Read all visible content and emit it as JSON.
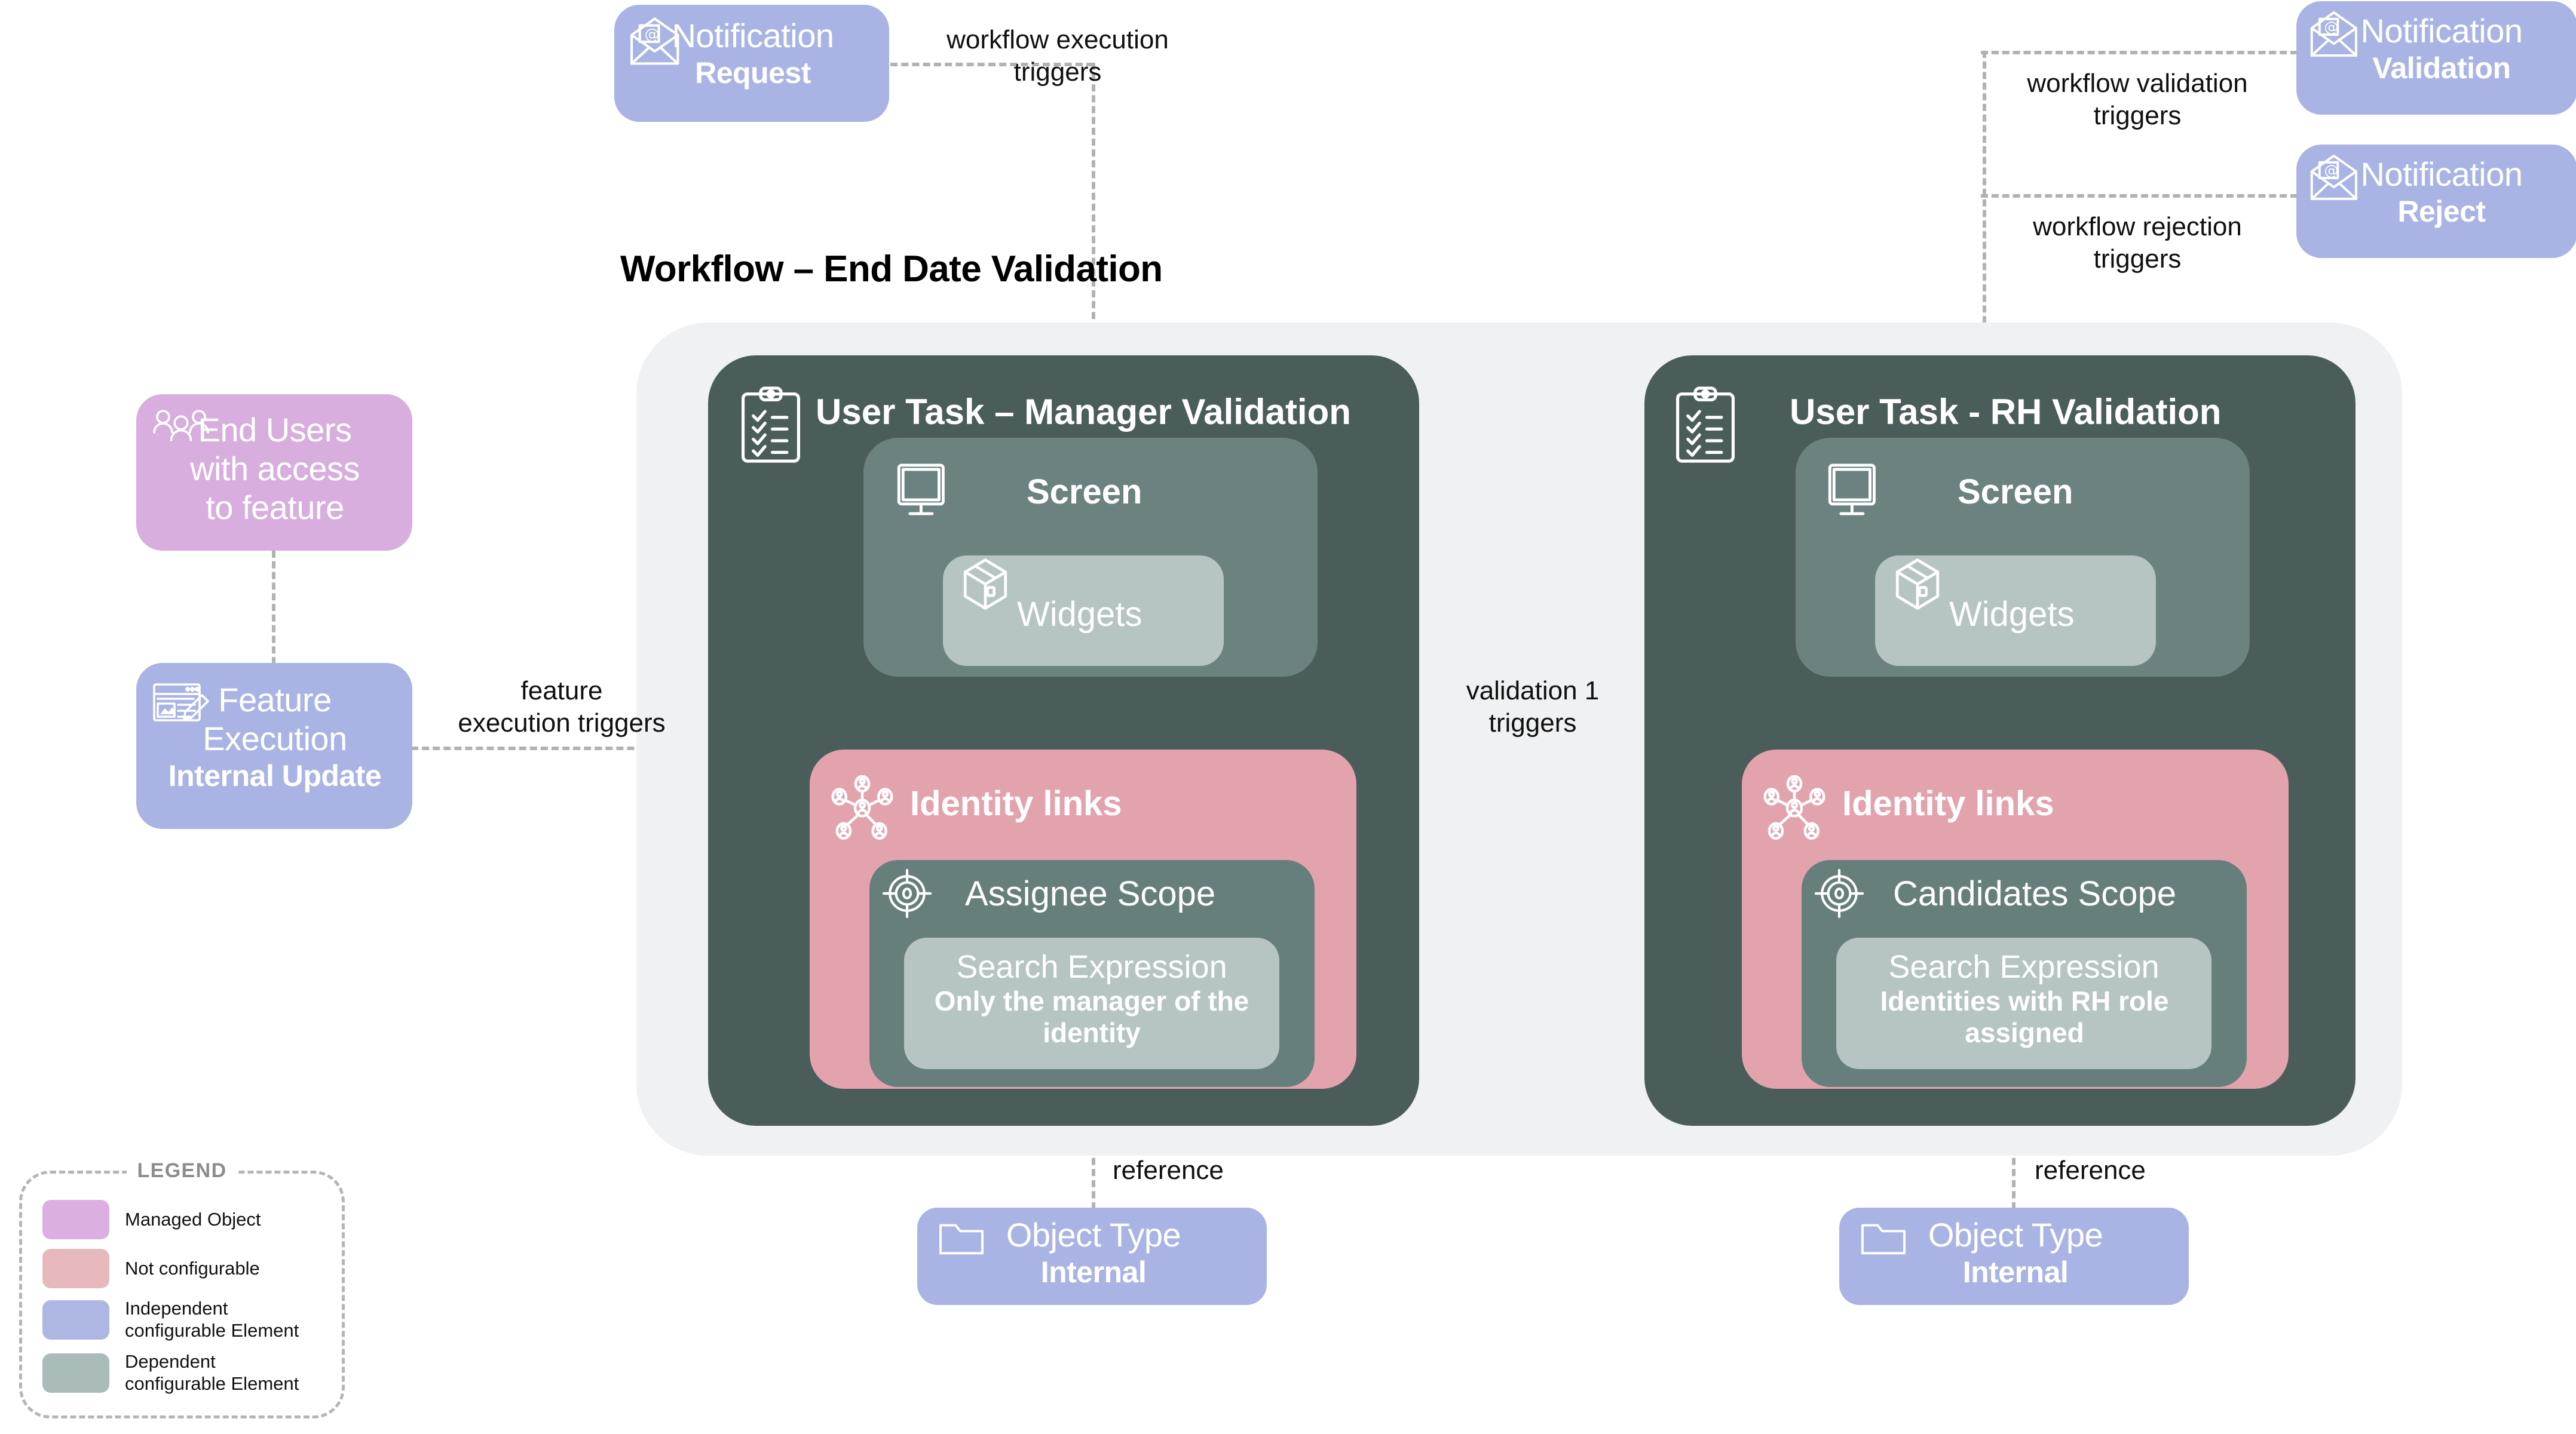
{
  "workflow": {
    "title": "Workflow – End Date Validation"
  },
  "actors": {
    "end_users": {
      "label": "End Users\nwith access\nto feature",
      "line1": "End Users",
      "line2": "with access",
      "line3": "to feature",
      "icon": "users-group-icon",
      "color": "#d7aede"
    },
    "feature_execution": {
      "line1": "Feature",
      "line2": "Execution",
      "bold": "Internal Update",
      "icon": "form-edit-icon",
      "color": "#aab4e4"
    }
  },
  "notifications": [
    {
      "name": "Notification",
      "variant": "Request",
      "icon": "email-envelope-icon",
      "color": "#aab4e4"
    },
    {
      "name": "Notification",
      "variant": "Validation",
      "icon": "email-envelope-icon",
      "color": "#aab4e4"
    },
    {
      "name": "Notification",
      "variant": "Reject",
      "icon": "email-envelope-icon",
      "color": "#aab4e4"
    }
  ],
  "tasks": [
    {
      "heading": "User Task – Manager Validation",
      "icon": "clipboard-checklist-icon",
      "screen": {
        "heading": "Screen",
        "icon": "monitor-icon",
        "widgets": {
          "heading": "Widgets",
          "icon": "cube-box-icon"
        }
      },
      "identity_links": {
        "heading": "Identity links",
        "icon": "identity-network-icon",
        "scope": {
          "heading": "Assignee Scope",
          "icon": "target-crosshair-icon",
          "search_expression": {
            "heading": "Search Expression",
            "value": "Only the manager of the identity"
          }
        }
      }
    },
    {
      "heading": "User Task - RH Validation",
      "icon": "clipboard-checklist-icon",
      "screen": {
        "heading": "Screen",
        "icon": "monitor-icon",
        "widgets": {
          "heading": "Widgets",
          "icon": "cube-box-icon"
        }
      },
      "identity_links": {
        "heading": "Identity links",
        "icon": "identity-network-icon",
        "scope": {
          "heading": "Candidates Scope",
          "icon": "target-crosshair-icon",
          "search_expression": {
            "heading": "Search Expression",
            "value": "Identities with RH role assigned"
          }
        }
      }
    }
  ],
  "object_types": [
    {
      "label": "Object Type",
      "bold": "Internal",
      "icon": "folder-icon",
      "color": "#aab4e4"
    },
    {
      "label": "Object Type",
      "bold": "Internal",
      "icon": "folder-icon",
      "color": "#aab4e4"
    }
  ],
  "edges": {
    "workflow_execution_triggers": {
      "l1": "workflow execution",
      "l2": "triggers"
    },
    "workflow_validation_triggers": {
      "l1": "workflow validation",
      "l2": "triggers"
    },
    "workflow_rejection_triggers": {
      "l1": "workflow rejection",
      "l2": "triggers"
    },
    "feature_execution_triggers": {
      "l1": "feature",
      "l2": "execution triggers"
    },
    "validation_1_triggers": {
      "l1": "validation 1",
      "l2": "triggers"
    },
    "reference_left": "reference",
    "reference_right": "reference"
  },
  "legend": {
    "title": "LEGEND",
    "items": [
      {
        "label": "Managed Object",
        "label2": "",
        "color": "#dbb0e0"
      },
      {
        "label": "Not configurable",
        "label2": "",
        "color": "#e7b9bd"
      },
      {
        "label": "Independent",
        "label2": "configurable Element",
        "color": "#aeb7e3"
      },
      {
        "label": "Dependent",
        "label2": "configurable Element",
        "color": "#a9bcba"
      }
    ]
  }
}
